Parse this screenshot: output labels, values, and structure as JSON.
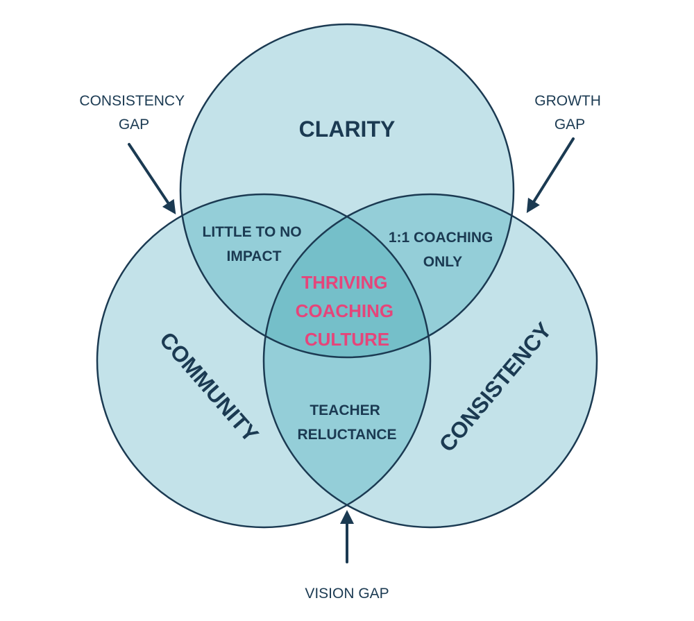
{
  "colors": {
    "circle_fill": "#c3e2e9",
    "pair_overlap_fill": "#94ced8",
    "center_fill": "#75bfc9",
    "outline": "#1b3a52",
    "text": "#1b3a52",
    "center_text": "#e5457a"
  },
  "circles": {
    "top": "CLARITY",
    "left": "COMMUNITY",
    "right": "CONSISTENCY"
  },
  "regions": {
    "top_left": [
      "LITTLE TO NO",
      "IMPACT"
    ],
    "top_right": [
      "1:1 COACHING",
      "ONLY"
    ],
    "bottom": [
      "TEACHER",
      "RELUCTANCE"
    ],
    "center": [
      "THRIVING",
      "COACHING",
      "CULTURE"
    ]
  },
  "gaps": {
    "top_left": [
      "CONSISTENCY",
      "GAP"
    ],
    "top_right": [
      "GROWTH",
      "GAP"
    ],
    "bottom": "VISION GAP"
  },
  "icons": [
    "arrow-icon-consistency-gap",
    "arrow-icon-growth-gap",
    "arrow-icon-vision-gap"
  ]
}
